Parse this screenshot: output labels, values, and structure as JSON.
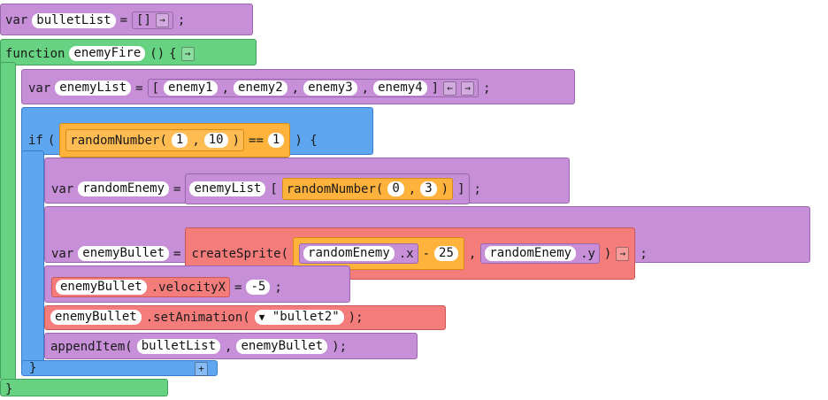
{
  "code": {
    "var_kw": "var",
    "function_kw": "function",
    "if_kw": "if",
    "line1": {
      "name": "bulletList",
      "eq": "=",
      "value": "[]",
      "semi": ";"
    },
    "func": {
      "name": "enemyFire",
      "parens": "()",
      "open_brace": "{",
      "close_brace": "}"
    },
    "line3": {
      "name": "enemyList",
      "eq": "=",
      "open_bracket": "[",
      "items": [
        "enemy1",
        "enemy2",
        "enemy3",
        "enemy4"
      ],
      "close_bracket": "]",
      "semi": ";",
      "sep": ","
    },
    "if_stmt": {
      "open_paren": "(",
      "call": "randomNumber(",
      "arg1": "1",
      "comma": ",",
      "arg2": "10",
      "close_paren": ")",
      "op": "==",
      "rhs": "1",
      "end": ") {",
      "close_brace": "}"
    },
    "line5": {
      "name": "randomEnemy",
      "eq": "=",
      "list": "enemyList",
      "open_bracket": "[",
      "call": "randomNumber(",
      "arg1": "0",
      "comma": ",",
      "arg2": "3",
      "close_paren": ")",
      "close_bracket": "]",
      "semi": ";"
    },
    "line6": {
      "name": "enemyBullet",
      "eq": "=",
      "call": "createSprite(",
      "arg1_obj": "randomEnemy",
      "arg1_prop": ".x",
      "minus": "-",
      "minus_value": "25",
      "comma": ",",
      "arg2_obj": "randomEnemy",
      "arg2_prop": ".y",
      "close_paren": ")",
      "semi": ";"
    },
    "line7": {
      "obj": "enemyBullet",
      "prop": ".velocityX",
      "eq": "=",
      "value": "-5",
      "semi": ";"
    },
    "line8": {
      "obj": "enemyBullet",
      "method": ".setAnimation(",
      "dropdown_arrow": "▼",
      "value": "\"bullet2\"",
      "end": ");"
    },
    "line9": {
      "call": "appendItem(",
      "arg1": "bulletList",
      "comma": ",",
      "arg2": "enemyBullet",
      "end": ");"
    },
    "plus": "+",
    "right_arrow": "→",
    "left_arrow": "←"
  },
  "colors": {
    "variable_block": "#c68fd7",
    "function_block": "#67d282",
    "control_block": "#5fa6f0",
    "math_block": "#ffb23c",
    "sprite_block": "#f47c7b"
  }
}
